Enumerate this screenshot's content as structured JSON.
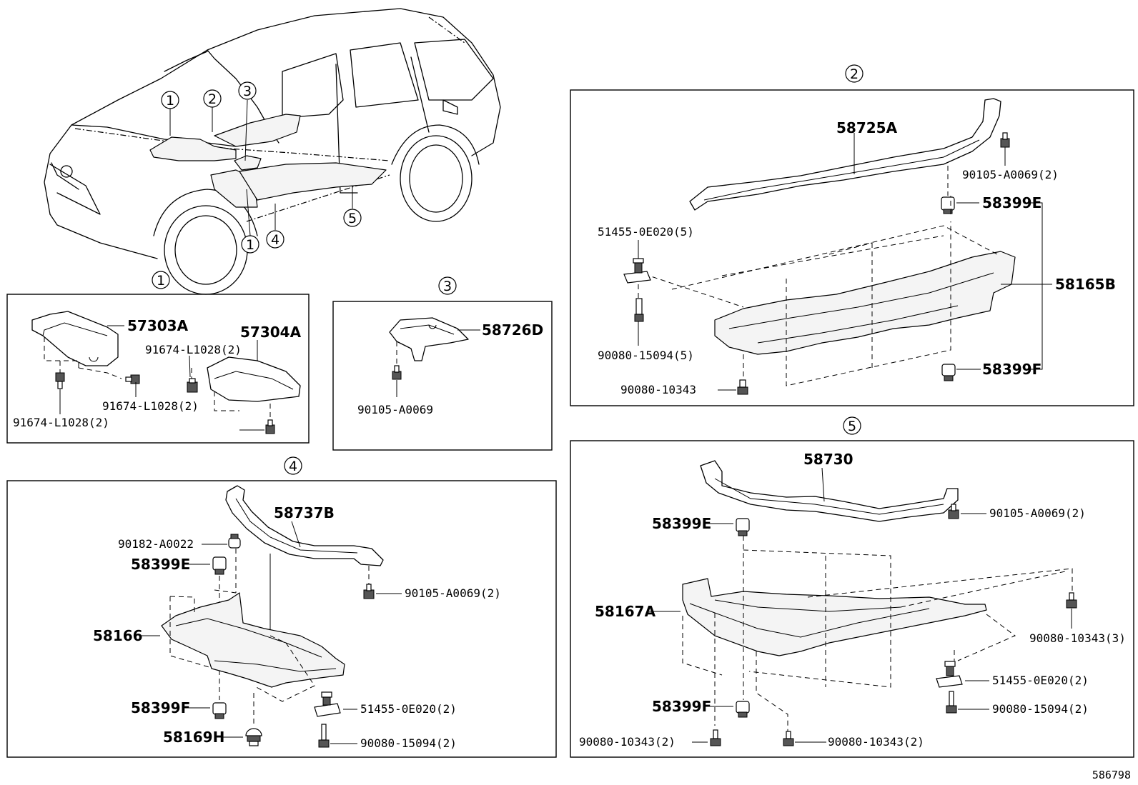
{
  "callouts": [
    "1",
    "2",
    "3",
    "4",
    "5"
  ],
  "footer_code": "586798",
  "sections": {
    "s1": {
      "number": "1",
      "parts": {
        "p57303A": "57303A",
        "p57304A": "57304A",
        "p91674_a": "91674-L1028(2)",
        "p91674_b": "91674-L1028(2)",
        "p91674_c": "91674-L1028(2)"
      }
    },
    "s2": {
      "number": "2",
      "parts": {
        "p58725A": "58725A",
        "p90105": "90105-A0069(2)",
        "p58399E": "58399E",
        "p51455": "51455-0E020(5)",
        "p58165B": "58165B",
        "p90080_15094": "90080-15094(5)",
        "p58399F": "58399F",
        "p90080_10343": "90080-10343"
      }
    },
    "s3": {
      "number": "3",
      "parts": {
        "p58726D": "58726D",
        "p90105": "90105-A0069"
      }
    },
    "s4": {
      "number": "4",
      "parts": {
        "p58737B": "58737B",
        "p90182": "90182-A0022",
        "p58399E": "58399E",
        "p90105": "90105-A0069(2)",
        "p58166": "58166",
        "p58399F": "58399F",
        "p51455": "51455-0E020(2)",
        "p58169H": "58169H",
        "p90080": "90080-15094(2)"
      }
    },
    "s5": {
      "number": "5",
      "parts": {
        "p58730": "58730",
        "p58399E": "58399E",
        "p90105": "90105-A0069(2)",
        "p58167A": "58167A",
        "p90080_3": "90080-10343(3)",
        "p51455": "51455-0E020(2)",
        "p58399F": "58399F",
        "p90080_15094": "90080-15094(2)",
        "p90080_2a": "90080-10343(2)",
        "p90080_2b": "90080-10343(2)"
      }
    }
  }
}
